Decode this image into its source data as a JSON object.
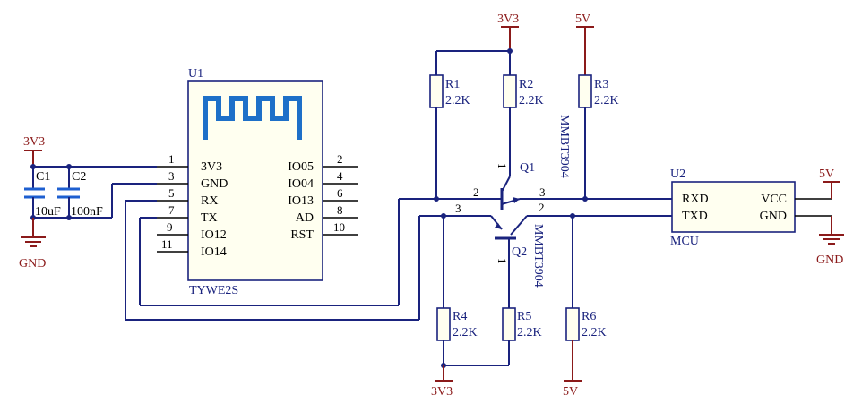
{
  "u1": {
    "designator": "U1",
    "part": "TYWE2S",
    "left_pins": [
      {
        "num": "1",
        "name": "3V3"
      },
      {
        "num": "3",
        "name": "GND"
      },
      {
        "num": "5",
        "name": "RX"
      },
      {
        "num": "7",
        "name": "TX"
      },
      {
        "num": "9",
        "name": "IO12"
      },
      {
        "num": "11",
        "name": "IO14"
      }
    ],
    "right_pins": [
      {
        "num": "2",
        "name": "IO05"
      },
      {
        "num": "4",
        "name": "IO04"
      },
      {
        "num": "6",
        "name": "IO13"
      },
      {
        "num": "8",
        "name": "AD"
      },
      {
        "num": "10",
        "name": "RST"
      }
    ]
  },
  "u2": {
    "designator": "U2",
    "part": "MCU",
    "left_pins": [
      {
        "num": "",
        "name": "RXD"
      },
      {
        "num": "",
        "name": "TXD"
      }
    ],
    "right_pins": [
      {
        "num": "",
        "name": "VCC"
      },
      {
        "num": "",
        "name": "GND"
      }
    ]
  },
  "capacitors": [
    {
      "designator": "C1",
      "value": "10uF"
    },
    {
      "designator": "C2",
      "value": "100nF"
    }
  ],
  "resistors": [
    {
      "designator": "R1",
      "value": "2.2K"
    },
    {
      "designator": "R2",
      "value": "2.2K"
    },
    {
      "designator": "R3",
      "value": "2.2K"
    },
    {
      "designator": "R4",
      "value": "2.2K"
    },
    {
      "designator": "R5",
      "value": "2.2K"
    },
    {
      "designator": "R6",
      "value": "2.2K"
    }
  ],
  "transistors": [
    {
      "designator": "Q1",
      "part": "MMBT3904",
      "pins": {
        "base": "2",
        "emitter": "3",
        "collector": "1"
      }
    },
    {
      "designator": "Q2",
      "part": "MMBT3904",
      "pins": {
        "base": "1",
        "emitter": "3",
        "collector": "2"
      }
    }
  ],
  "power_labels": {
    "v3v3_left": "3V3",
    "gnd_left": "GND",
    "v3v3_top": "3V3",
    "v5_top": "5V",
    "v5_u2": "5V",
    "gnd_u2": "GND",
    "v3v3_bottom": "3V3",
    "v5_bottom": "5V"
  },
  "colors": {
    "wire": "#1a237e",
    "power": "#8b1a1a",
    "capacitor": "#1e5fd0",
    "ic_fill": "#fffff0",
    "antenna": "#1e70c8"
  }
}
